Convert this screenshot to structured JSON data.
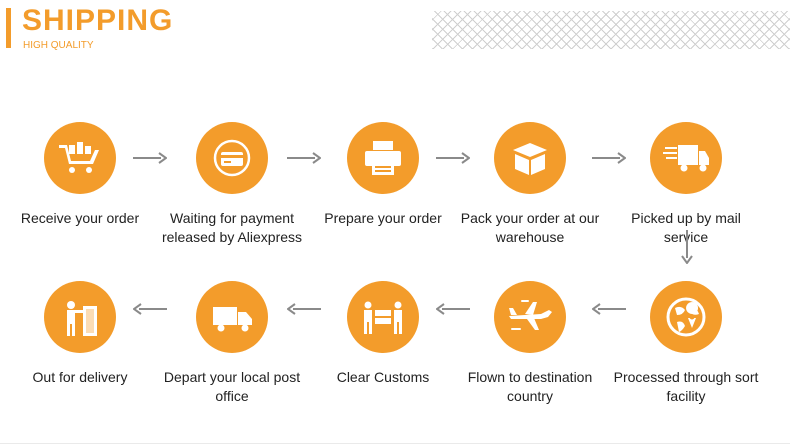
{
  "header": {
    "title": "SHIPPING",
    "subtitle": "HIGH QUALITY"
  },
  "colors": {
    "accent": "#f39c2b",
    "arrow": "#8a8a8a",
    "text": "#222222"
  },
  "steps": [
    {
      "label": "Receive your order",
      "icon": "shopping-cart-icon"
    },
    {
      "label": "Waiting for payment released by Aliexpress",
      "icon": "payment-card-icon"
    },
    {
      "label": "Prepare your order",
      "icon": "printer-icon"
    },
    {
      "label": "Pack your order at our warehouse",
      "icon": "package-box-icon"
    },
    {
      "label": "Picked up by mail service",
      "icon": "delivery-truck-icon"
    },
    {
      "label": "Processed through sort facility",
      "icon": "globe-location-icon"
    },
    {
      "label": "Flown to destination country",
      "icon": "airplane-icon"
    },
    {
      "label": "Clear Customs",
      "icon": "customs-workers-icon"
    },
    {
      "label": "Depart your local post office",
      "icon": "mail-van-icon"
    },
    {
      "label": "Out for delivery",
      "icon": "delivery-person-icon"
    }
  ]
}
